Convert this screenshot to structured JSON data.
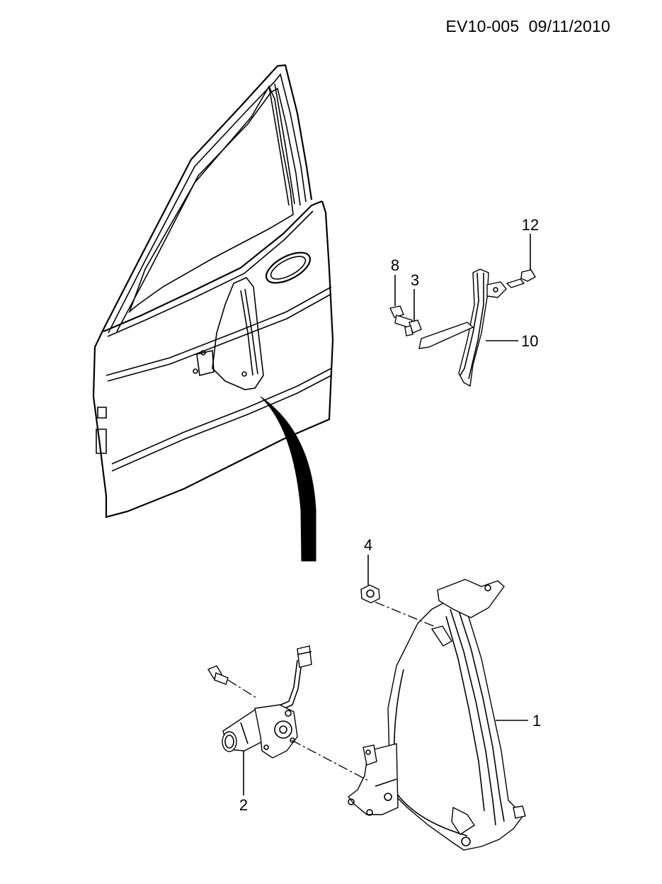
{
  "header": {
    "doc_code": "EV10-005",
    "date": "09/11/2010"
  },
  "callouts": [
    {
      "id": "c8",
      "label": "8"
    },
    {
      "id": "c3",
      "label": "3"
    },
    {
      "id": "c12",
      "label": "12"
    },
    {
      "id": "c10",
      "label": "10"
    },
    {
      "id": "c4",
      "label": "4"
    },
    {
      "id": "c1",
      "label": "1"
    },
    {
      "id": "c2",
      "label": "2"
    }
  ]
}
